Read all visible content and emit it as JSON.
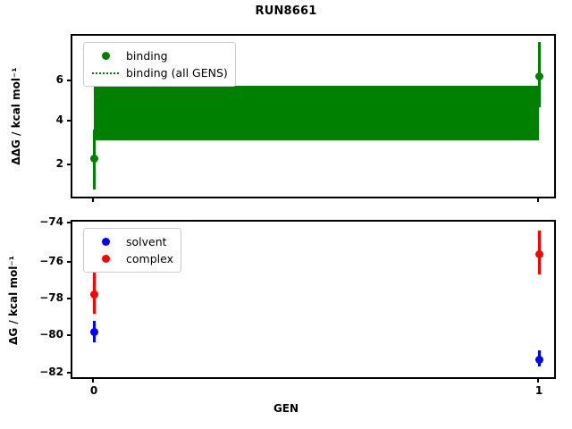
{
  "title": "RUN8661",
  "xaxis": {
    "label": "GEN",
    "ticks": [
      "0",
      "1"
    ]
  },
  "panels": {
    "top": {
      "ylabel": "ΔΔG / kcal mol⁻¹",
      "yticks": [
        "2",
        "4",
        "6"
      ],
      "legend": {
        "items": [
          {
            "label": "binding",
            "marker": "dot",
            "color": "#008000"
          },
          {
            "label": "binding (all GENS)",
            "marker": "dotted-line",
            "color": "#008000"
          }
        ]
      }
    },
    "bottom": {
      "ylabel": "ΔG / kcal mol⁻¹",
      "yticks": [
        "−74",
        "−76",
        "−78",
        "−80",
        "−82"
      ],
      "legend": {
        "items": [
          {
            "label": "solvent",
            "marker": "dot",
            "color": "#0000ff"
          },
          {
            "label": "complex",
            "marker": "dot",
            "color": "#ff0000"
          }
        ]
      }
    }
  },
  "chart_data": [
    {
      "type": "scatter",
      "panel": "top",
      "title": "RUN8661",
      "xlabel": "GEN",
      "ylabel": "ΔΔG / kcal mol⁻¹",
      "x": [
        0,
        1
      ],
      "xlim": [
        -0.05,
        1.05
      ],
      "ylim": [
        0.4,
        7.8
      ],
      "yticks": [
        2,
        4,
        6
      ],
      "grid": false,
      "legend_position": "upper left",
      "series": [
        {
          "name": "binding",
          "color": "#008000",
          "marker": "o",
          "values": [
            2.15,
            5.95
          ],
          "yerr_low": [
            1.4,
            1.45
          ],
          "yerr_high": [
            1.35,
            1.55
          ],
          "err_lower": [
            0.75,
            4.5
          ],
          "err_upper": [
            3.5,
            7.5
          ]
        },
        {
          "name": "binding (all GENS)",
          "color": "#008000",
          "linestyle": "dotted",
          "type": "band",
          "mean": 4.25,
          "band_lower": 3.0,
          "band_upper": 5.5,
          "x_span": [
            0,
            1
          ]
        }
      ]
    },
    {
      "type": "scatter",
      "panel": "bottom",
      "xlabel": "GEN",
      "ylabel": "ΔG / kcal mol⁻¹",
      "x": [
        0,
        1
      ],
      "xlim": [
        -0.05,
        1.05
      ],
      "ylim": [
        -82.4,
        -73.6
      ],
      "yticks": [
        -74,
        -76,
        -78,
        -80,
        -82
      ],
      "grid": false,
      "legend_position": "upper left",
      "series": [
        {
          "name": "solvent",
          "color": "#0000ff",
          "marker": "o",
          "values": [
            -79.8,
            -81.4
          ],
          "err_lower": [
            -80.4,
            -81.8
          ],
          "err_upper": [
            -79.2,
            -80.9
          ]
        },
        {
          "name": "complex",
          "color": "#ff0000",
          "marker": "o",
          "values": [
            -77.7,
            -75.4
          ],
          "err_lower": [
            -78.8,
            -76.6
          ],
          "err_upper": [
            -76.5,
            -74.1
          ]
        }
      ]
    }
  ]
}
